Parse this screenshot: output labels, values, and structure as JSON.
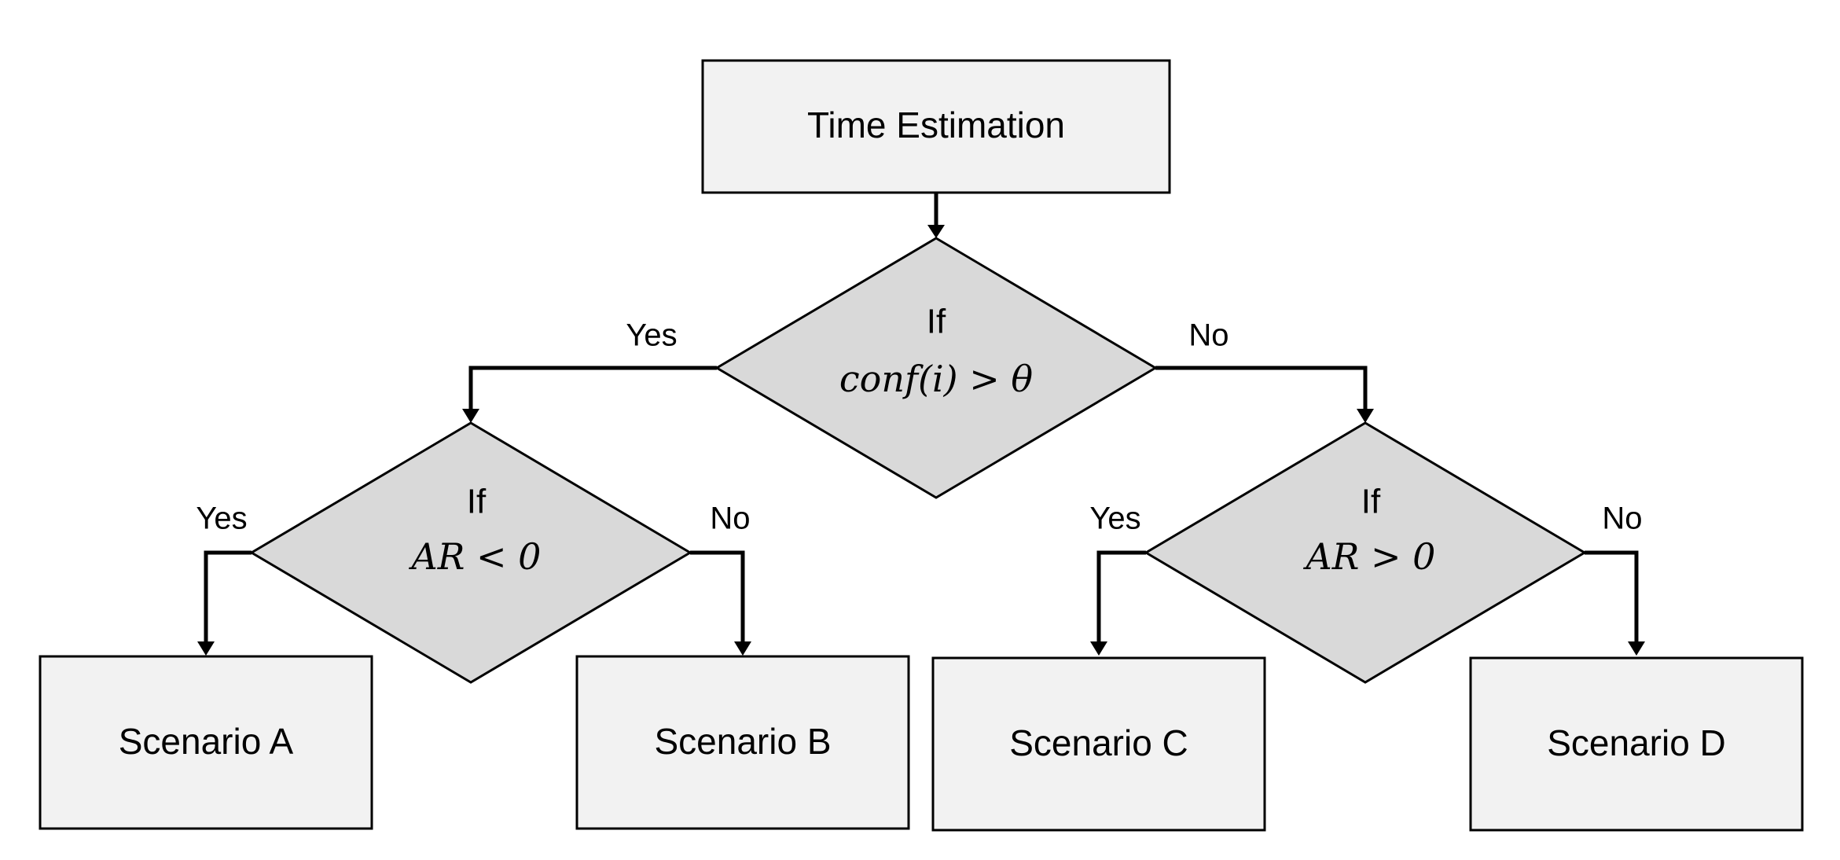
{
  "nodes": {
    "root": {
      "label": "Time Estimation"
    },
    "decision_main": {
      "prefix": "If",
      "condition": "conf(i) > θ"
    },
    "decision_left": {
      "prefix": "If",
      "condition": "AR < 0"
    },
    "decision_right": {
      "prefix": "If",
      "condition": "AR > 0"
    },
    "scenario_a": {
      "label": "Scenario A"
    },
    "scenario_b": {
      "label": "Scenario B"
    },
    "scenario_c": {
      "label": "Scenario C"
    },
    "scenario_d": {
      "label": "Scenario D"
    }
  },
  "edges": {
    "main_yes": "Yes",
    "main_no": "No",
    "left_yes": "Yes",
    "left_no": "No",
    "right_yes": "Yes",
    "right_no": "No"
  },
  "colors": {
    "box_fill": "#f2f2f2",
    "diamond_fill": "#d9d9d9",
    "stroke": "#000000"
  }
}
